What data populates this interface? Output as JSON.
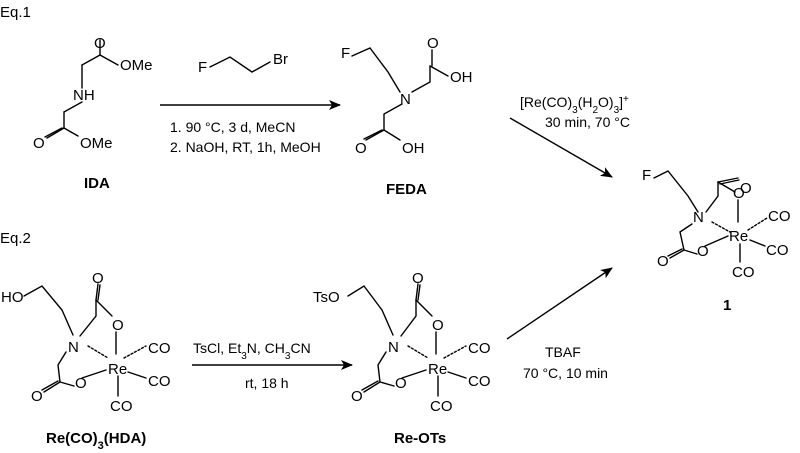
{
  "eq1": {
    "label": "Eq.1",
    "ida": {
      "name": "IDA",
      "atoms": {
        "nh": "NH",
        "o1": "O",
        "ome1": "OMe",
        "o2": "O",
        "ome2": "OMe"
      }
    },
    "reagent": {
      "f": "F",
      "br": "Br"
    },
    "conditions": [
      "1. 90 °C, 3 d, MeCN",
      "2. NaOH, RT, 1h, MeOH"
    ],
    "feda": {
      "name": "FEDA",
      "atoms": {
        "f": "F",
        "n": "N",
        "o1": "O",
        "oh1": "OH",
        "o2": "O",
        "oh2": "OH"
      }
    },
    "re_reagent": {
      "pre": "[Re(CO)",
      "s1": "3",
      "mid": "(H",
      "s2": "2",
      "mid2": "O)",
      "s3": "3",
      "post": "]",
      "sup": "+"
    },
    "re_conditions": "30 min, 70 °C"
  },
  "eq2": {
    "label": "Eq.2",
    "hda": {
      "name": {
        "pre": "Re(CO)",
        "sub": "3",
        "post": "(HDA)"
      },
      "atoms": {
        "ho": "HO",
        "n": "N",
        "re": "Re",
        "o_top": "O",
        "o_ring_top": "O",
        "o_ring_bot": "O",
        "o_bot": "O",
        "co1": "CO",
        "co2": "CO",
        "co3": "CO"
      }
    },
    "conditions": {
      "line1": {
        "pre": "TsCl, Et",
        "sub1": "3",
        "mid": "N, CH",
        "sub2": "3",
        "post": "CN"
      },
      "line2": "rt, 18 h"
    },
    "reots": {
      "name": "Re-OTs",
      "atoms": {
        "tso": "TsO",
        "n": "N",
        "re": "Re",
        "o_top": "O",
        "o_ring_top": "O",
        "o_ring_bot": "O",
        "o_bot": "O",
        "co1": "CO",
        "co2": "CO",
        "co3": "CO"
      }
    },
    "tbaf": {
      "line1": "TBAF",
      "line2": "70 °C, 10 min"
    }
  },
  "product": {
    "name": "1",
    "atoms": {
      "f": "F",
      "n": "N",
      "re": "Re",
      "o_top": "O",
      "o_ring_top": "O",
      "o_ring_bot": "O",
      "o_bot": "O",
      "co1": "CO",
      "co2": "CO",
      "co3": "CO"
    }
  }
}
